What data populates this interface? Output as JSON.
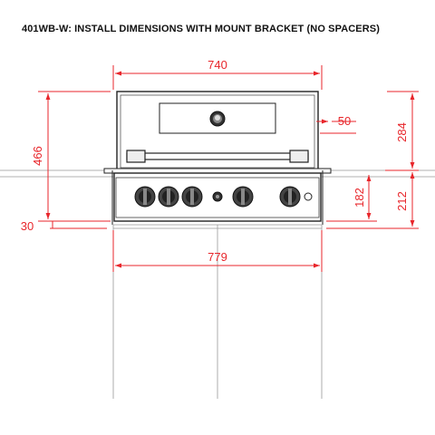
{
  "title": "401WB-W: INSTALL DIMENSIONS WITH MOUNT BRACKET (NO SPACERS)",
  "dimensions": {
    "overall_width": "740",
    "cutout_width": "779",
    "overall_height": "466",
    "bottom_offset": "30",
    "hood_offset": "50",
    "hood_height": "284",
    "panel_height": "182",
    "lower_height": "212"
  },
  "colors": {
    "dimension": "#e8262b",
    "outline": "#222222",
    "counter": "#999999"
  }
}
